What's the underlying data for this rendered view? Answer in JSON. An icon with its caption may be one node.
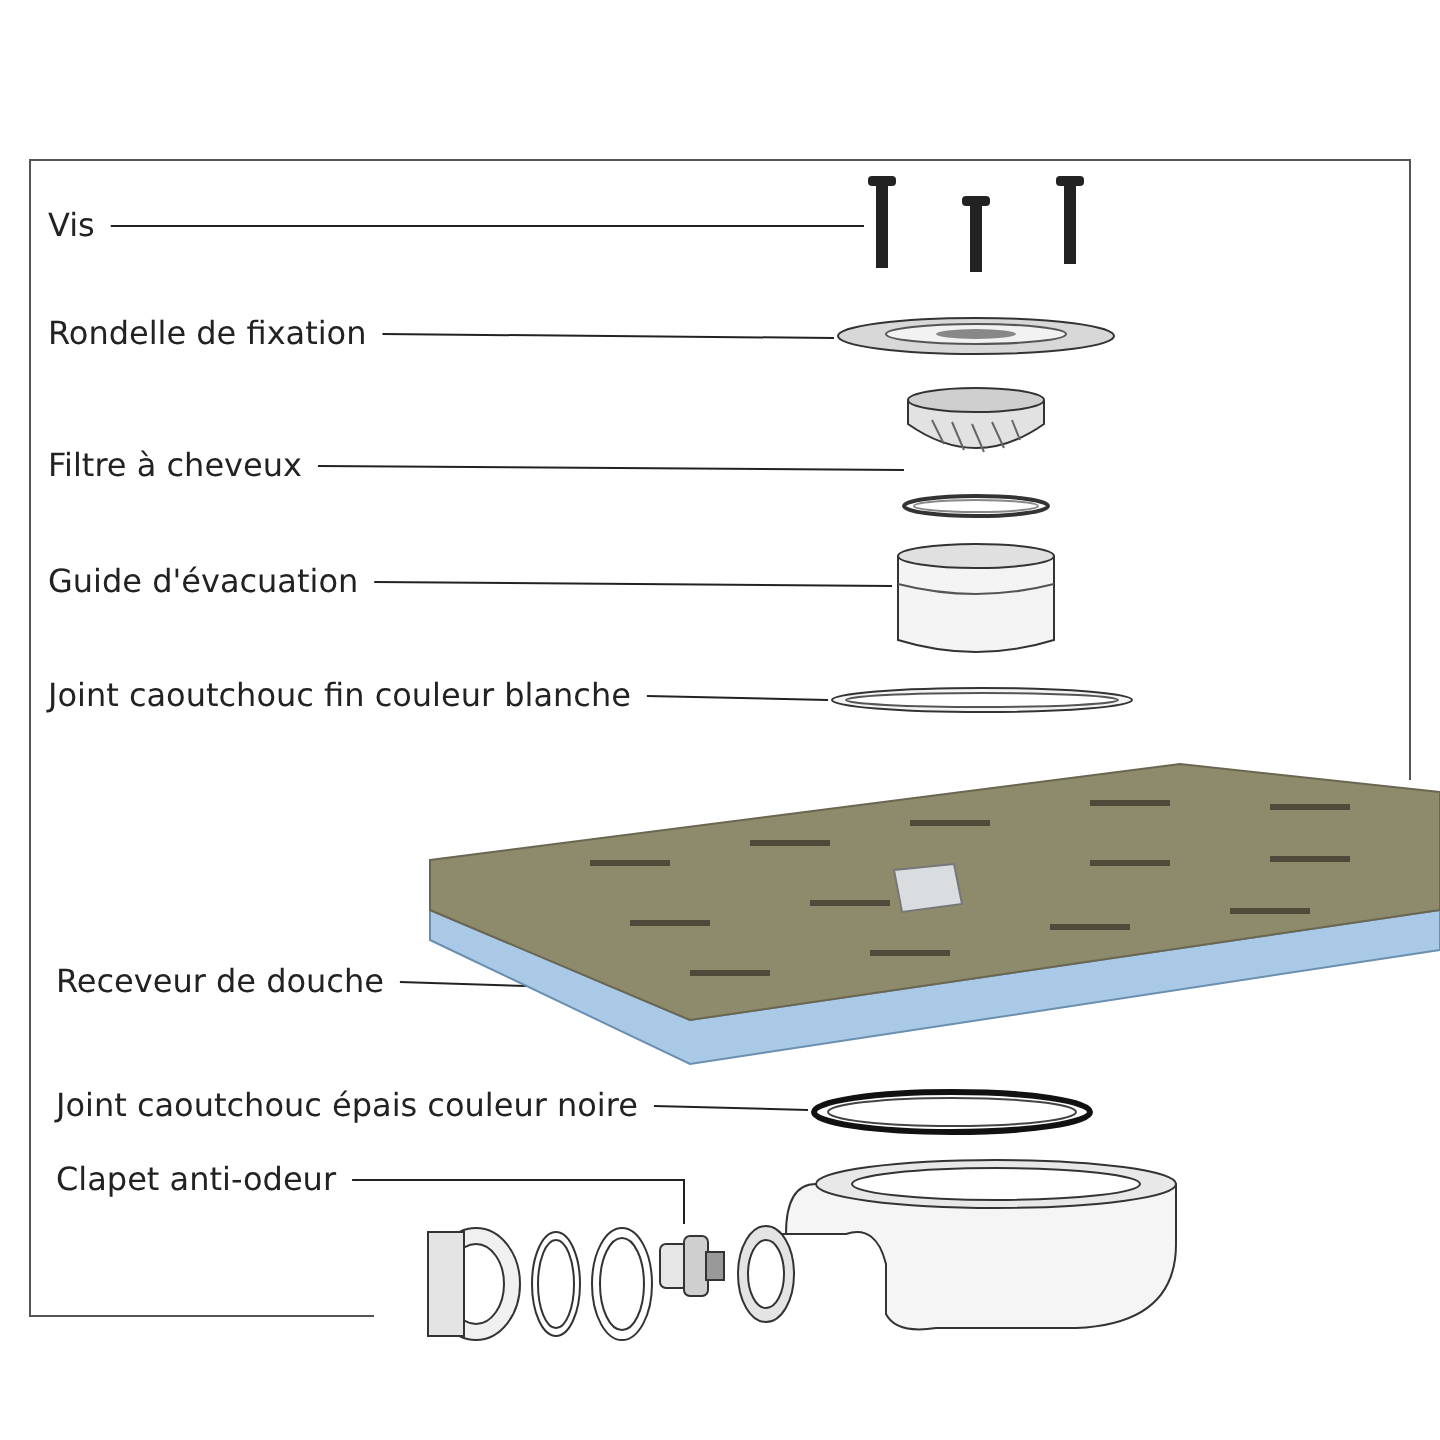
{
  "diagram": {
    "nodes": [
      {
        "text": [
          "Vis"
        ]
      },
      {
        "text": [
          "Rondelle de fixation"
        ]
      },
      {
        "text": [
          "Filtre à cheveux"
        ]
      },
      {
        "text": [
          "Guide d'évacuation"
        ]
      },
      {
        "text": [
          "Joint caoutchouc fin couleur blanche"
        ]
      },
      {
        "text": [
          "Receveur de douche"
        ]
      },
      {
        "text": [
          "Joint caoutchouc épais couleur noire"
        ]
      },
      {
        "text": [
          "Clapet anti-odeur"
        ]
      },
      {
        "text": [],
        "shape": "picture"
      },
      {
        "text": [],
        "shape": "picture"
      },
      {
        "text": [],
        "shape": "picture"
      },
      {
        "text": [],
        "shape": "picture"
      },
      {
        "text": [],
        "shape": "picture"
      },
      {
        "text": [],
        "shape": "picture"
      },
      {
        "text": [],
        "shape": "picture"
      },
      {
        "text": [],
        "shape": "picture"
      }
    ],
    "edges": [
      {
        "from": 0,
        "to": 8,
        "arrow": "none"
      },
      {
        "from": 1,
        "to": 9,
        "arrow": "none"
      },
      {
        "from": 2,
        "to": 10,
        "arrow": "none"
      },
      {
        "from": 3,
        "to": 11,
        "arrow": "none"
      },
      {
        "from": 4,
        "to": 12,
        "arrow": "none"
      },
      {
        "from": 5,
        "to": 13,
        "arrow": "none"
      },
      {
        "from": 6,
        "to": 14,
        "arrow": "none"
      },
      {
        "from": 7,
        "to": 15,
        "arrow": "none"
      }
    ]
  }
}
